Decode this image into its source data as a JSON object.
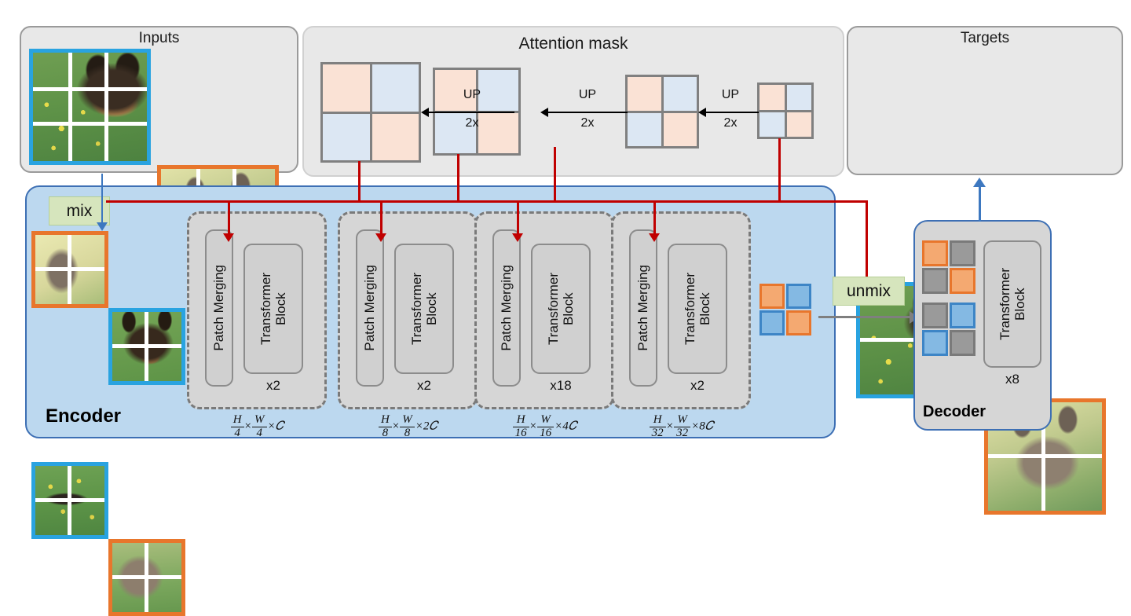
{
  "panels": {
    "inputs_title": "Inputs",
    "attention_title": "Attention mask",
    "targets_title": "Targets",
    "encoder_label": "Encoder",
    "decoder_label": "Decoder"
  },
  "ops": {
    "mix": "mix",
    "unmix": "unmix"
  },
  "upsample": [
    {
      "op": "UP",
      "factor": "2x"
    },
    {
      "op": "UP",
      "factor": "2x"
    },
    {
      "op": "UP",
      "factor": "2x"
    }
  ],
  "masks": [
    {
      "name": "mask-stage1",
      "size": 128,
      "pattern": [
        "orange",
        "blue",
        "blue",
        "orange"
      ]
    },
    {
      "name": "mask-stage2",
      "size": 112,
      "pattern": [
        "orange",
        "blue",
        "blue",
        "orange"
      ]
    },
    {
      "name": "mask-stage3",
      "size": 94,
      "pattern": [
        "orange",
        "blue",
        "blue",
        "orange"
      ]
    },
    {
      "name": "mask-stage4",
      "size": 72,
      "pattern": [
        "orange",
        "blue",
        "blue",
        "orange"
      ]
    }
  ],
  "encoder_stages": [
    {
      "patch_merging": "Patch Merging",
      "transformer": "Transformer\nBlock",
      "repeat": "x2",
      "resolution": {
        "h_den": "4",
        "w_den": "4",
        "channels": "×𝐶"
      }
    },
    {
      "patch_merging": "Patch Merging",
      "transformer": "Transformer\nBlock",
      "repeat": "x2",
      "resolution": {
        "h_den": "8",
        "w_den": "8",
        "channels": "×2𝐶"
      }
    },
    {
      "patch_merging": "Patch Merging",
      "transformer": "Transformer\nBlock",
      "repeat": "x18",
      "resolution": {
        "h_den": "16",
        "w_den": "16",
        "channels": "×4𝐶"
      }
    },
    {
      "patch_merging": "Patch Merging",
      "transformer": "Transformer\nBlock",
      "repeat": "x2",
      "resolution": {
        "h_den": "32",
        "w_den": "32",
        "channels": "×8𝐶"
      }
    }
  ],
  "decoder": {
    "transformer": "Transformer\nBlock",
    "repeat": "x8",
    "tiles_top": [
      "orange",
      "gray",
      "gray",
      "orange"
    ],
    "tiles_bottom": [
      "gray",
      "blue",
      "blue",
      "gray"
    ]
  },
  "latent_tiles": [
    "orange",
    "blue",
    "blue",
    "orange"
  ],
  "inputs": [
    {
      "name": "input-image-dog",
      "border": "blue",
      "content": "dog",
      "grid": 4
    },
    {
      "name": "input-image-cat",
      "border": "orange",
      "content": "cat",
      "grid": 4
    }
  ],
  "targets": [
    {
      "name": "target-image-dog",
      "border": "blue",
      "content": "dog",
      "grid": 2
    },
    {
      "name": "target-image-cat",
      "border": "orange",
      "content": "cat",
      "grid": 2
    }
  ],
  "mixed_image": {
    "quadrants": [
      {
        "border": "orange",
        "content": "cat-ear"
      },
      {
        "border": "blue",
        "content": "dog-face"
      },
      {
        "border": "blue",
        "content": "grass"
      },
      {
        "border": "orange",
        "content": "cat-body"
      }
    ]
  },
  "colors": {
    "blue_border": "#29a3e0",
    "orange_border": "#e8762c",
    "mask_orange": "#fae2d5",
    "mask_blue": "#dce7f3",
    "mask_frame": "#808080",
    "encoder_fill": "#bcd8ef",
    "encoder_stroke": "#3d6fb4",
    "panel_fill": "#e8e8e8",
    "red_connector": "#c00000",
    "green_box": "#d6e5bd"
  }
}
